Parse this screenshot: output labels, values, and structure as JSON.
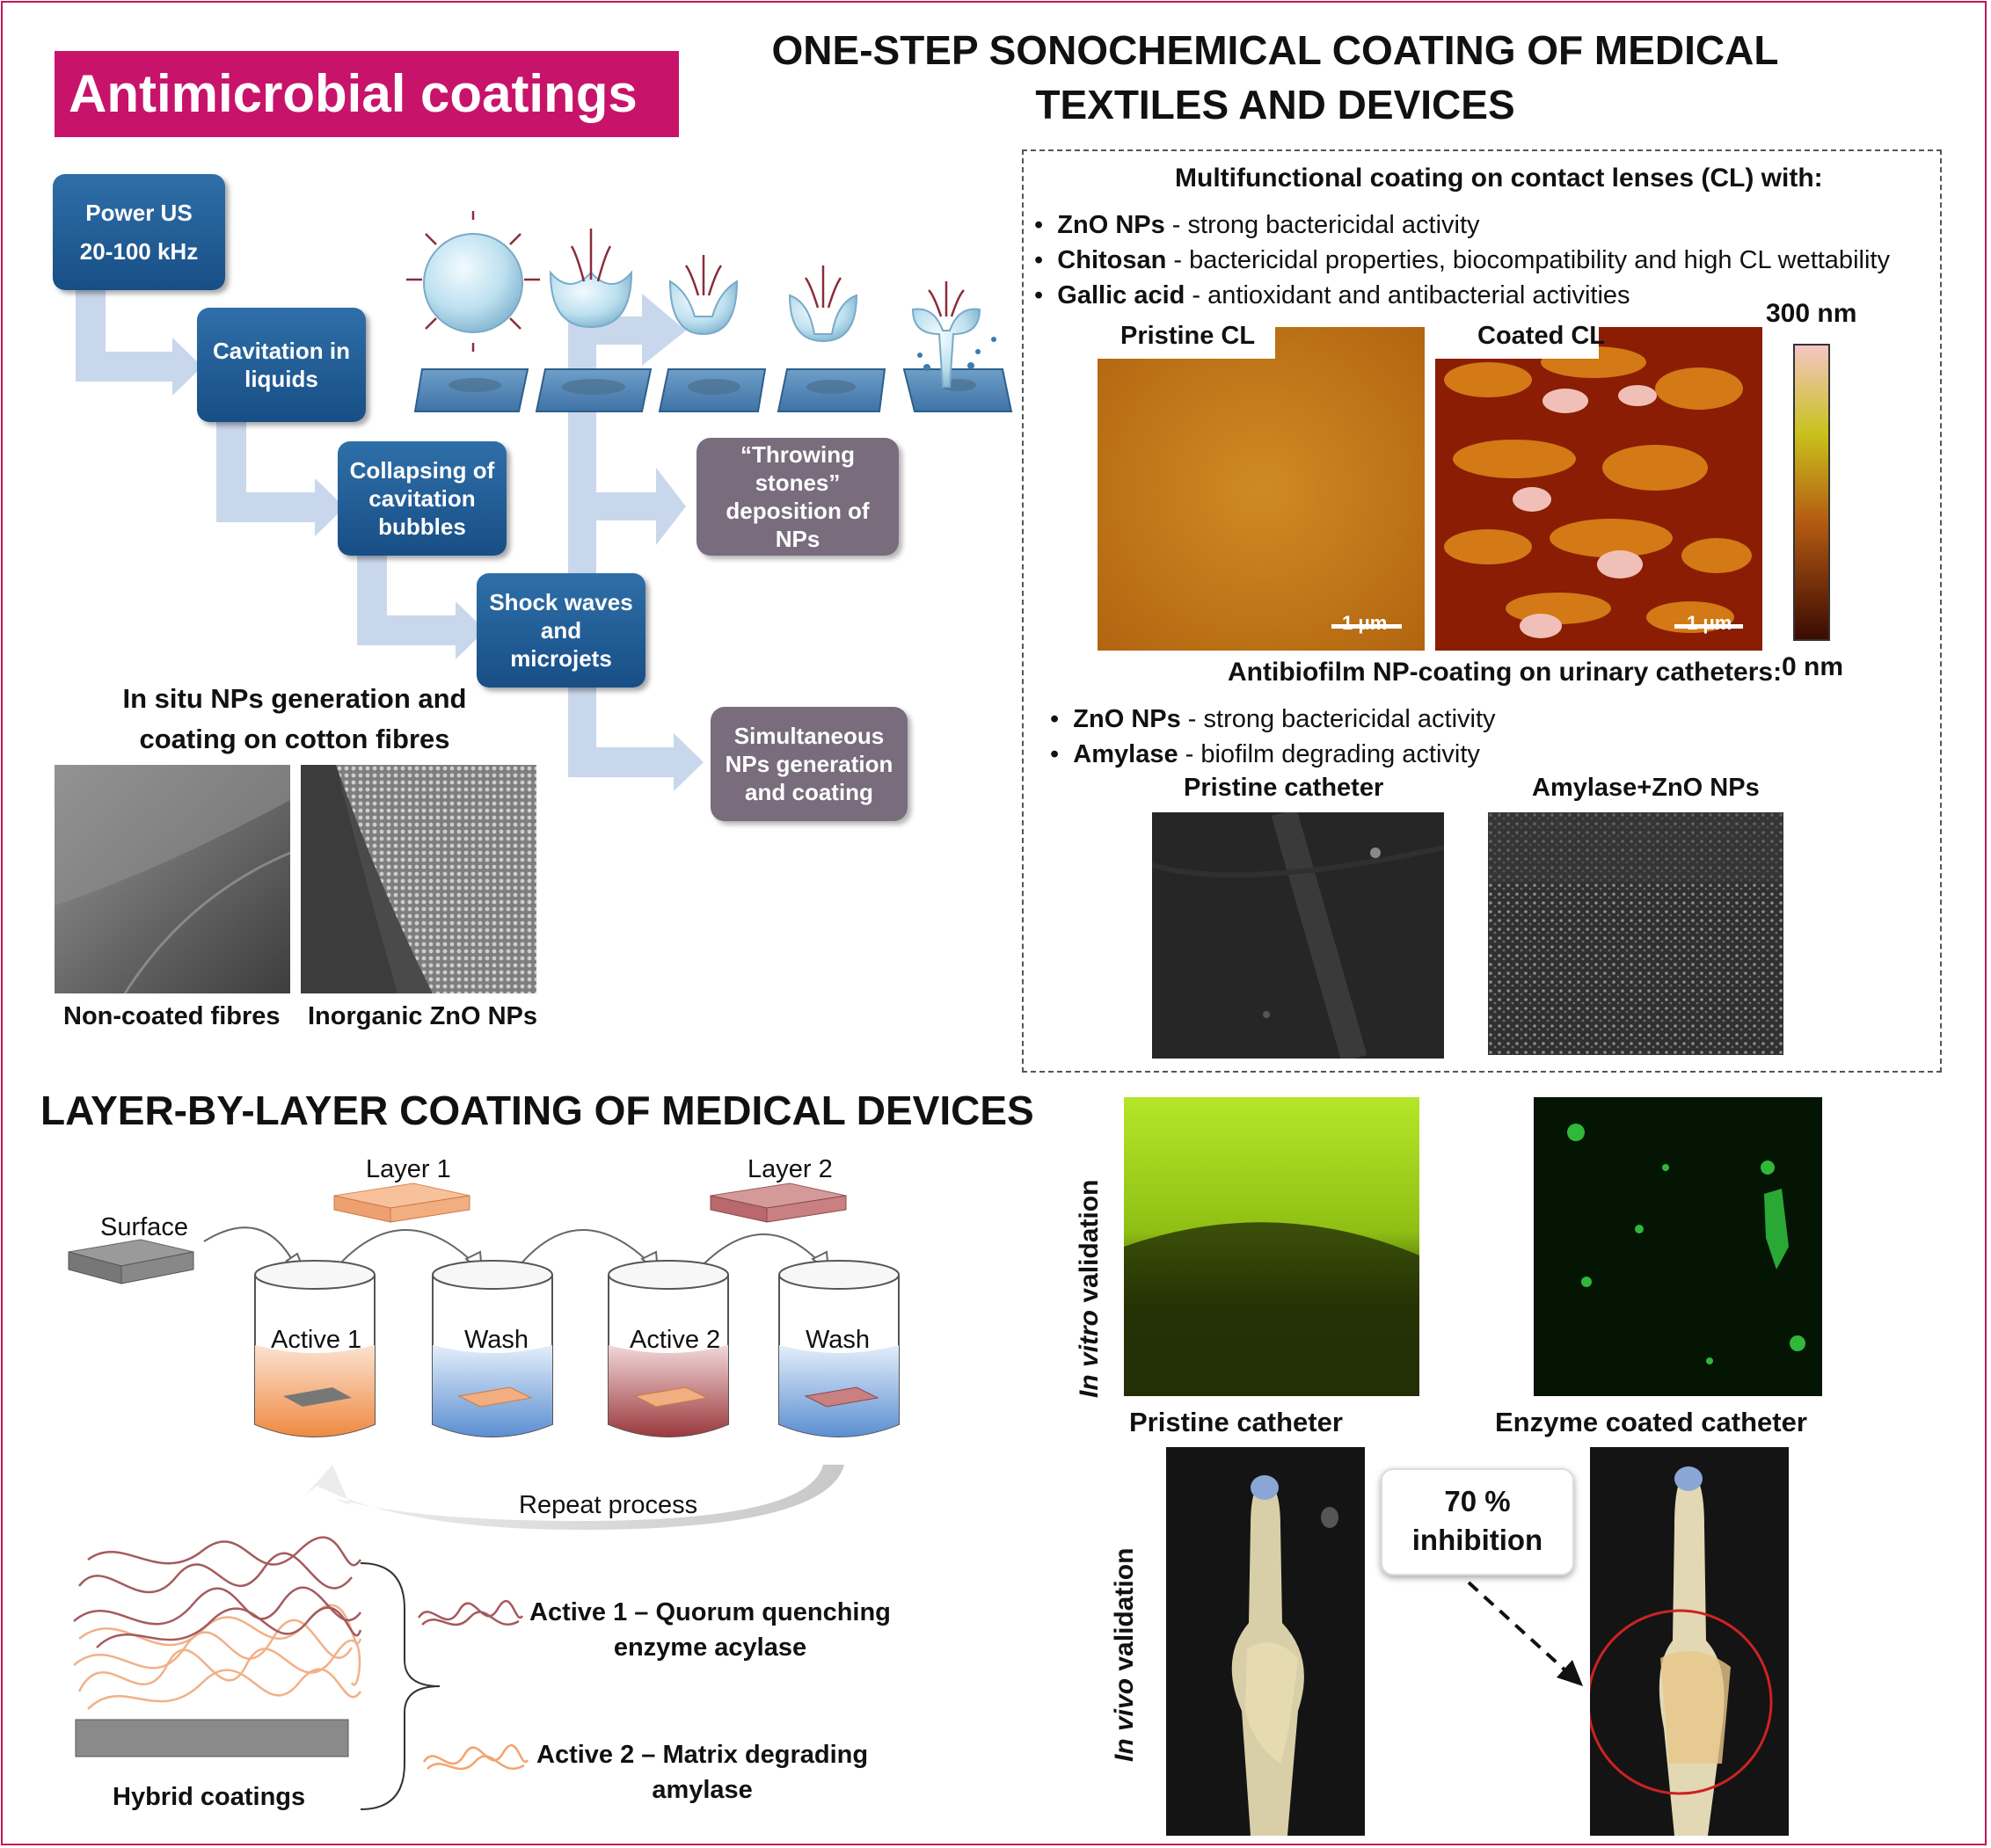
{
  "badge": "Antimicrobial coatings",
  "title": "ONE-STEP SONOCHEMICAL COATING OF MEDICAL TEXTILES AND DEVICES",
  "flow": {
    "power": [
      "Power US",
      "20-100 kHz"
    ],
    "cavitation": [
      "Cavitation in",
      "liquids"
    ],
    "collapsing": [
      "Collapsing of",
      "cavitation",
      "bubbles"
    ],
    "shock": [
      "Shock waves",
      "and",
      "microjets"
    ],
    "throwing": [
      "“Throwing",
      "stones”",
      "deposition of",
      "NPs"
    ],
    "simultaneous": [
      "Simultaneous",
      "NPs generation",
      "and coating"
    ]
  },
  "insitu": {
    "title": [
      "In situ NPs generation and",
      "coating on cotton fibres"
    ],
    "left": "Non-coated fibres",
    "right": "Inorganic ZnO NPs"
  },
  "cl": {
    "heading": "Multifunctional coating on contact lenses (CL) with:",
    "items": [
      {
        "term": "ZnO NPs",
        "desc": " - strong bactericidal activity"
      },
      {
        "term": "Chitosan",
        "desc": " - bactericidal properties, biocompatibility and high CL wettability"
      },
      {
        "term": "Gallic acid",
        "desc": " - antioxidant and antibacterial activities"
      }
    ],
    "pristine": "Pristine CL",
    "coated": "Coated CL",
    "scale": "1 μm",
    "bar_top": "300 nm",
    "bar_bottom": "0 nm"
  },
  "catheter": {
    "heading": "Antibiofilm NP-coating on urinary catheters:",
    "items": [
      {
        "term": "ZnO NPs",
        "desc": " - strong bactericidal activity"
      },
      {
        "term": "Amylase",
        "desc": " -  biofilm degrading activity"
      }
    ],
    "pristine": "Pristine catheter",
    "coated": "Amylase+ZnO NPs"
  },
  "lbl": {
    "title": "LAYER-BY-LAYER COATING OF MEDICAL DEVICES",
    "layer1": "Layer 1",
    "layer2": "Layer 2",
    "surface": "Surface",
    "beakers": [
      "Active 1",
      "Wash",
      "Active 2",
      "Wash"
    ],
    "repeat": "Repeat process",
    "hybrid": "Hybrid coatings",
    "active1": [
      "Active 1 – Quorum quenching",
      "enzyme acylase"
    ],
    "active2": [
      "Active 2 – Matrix degrading",
      "amylase"
    ]
  },
  "validation": {
    "in_vitro_em": "In vitro",
    "in_vitro_rest": " validation",
    "in_vivo_em": "In vivo",
    "in_vivo_rest": " validation",
    "pristine": "Pristine catheter",
    "enzyme": "Enzyme coated catheter",
    "inhibition": [
      "70 %",
      "inhibition"
    ]
  },
  "colors": {
    "magenta": "#c8136a",
    "blue": "#1f5c97",
    "grey_box": "#786c7d",
    "orange": "#f2a46e",
    "rose": "#b5656b",
    "arrow": "#c9d7ec"
  }
}
